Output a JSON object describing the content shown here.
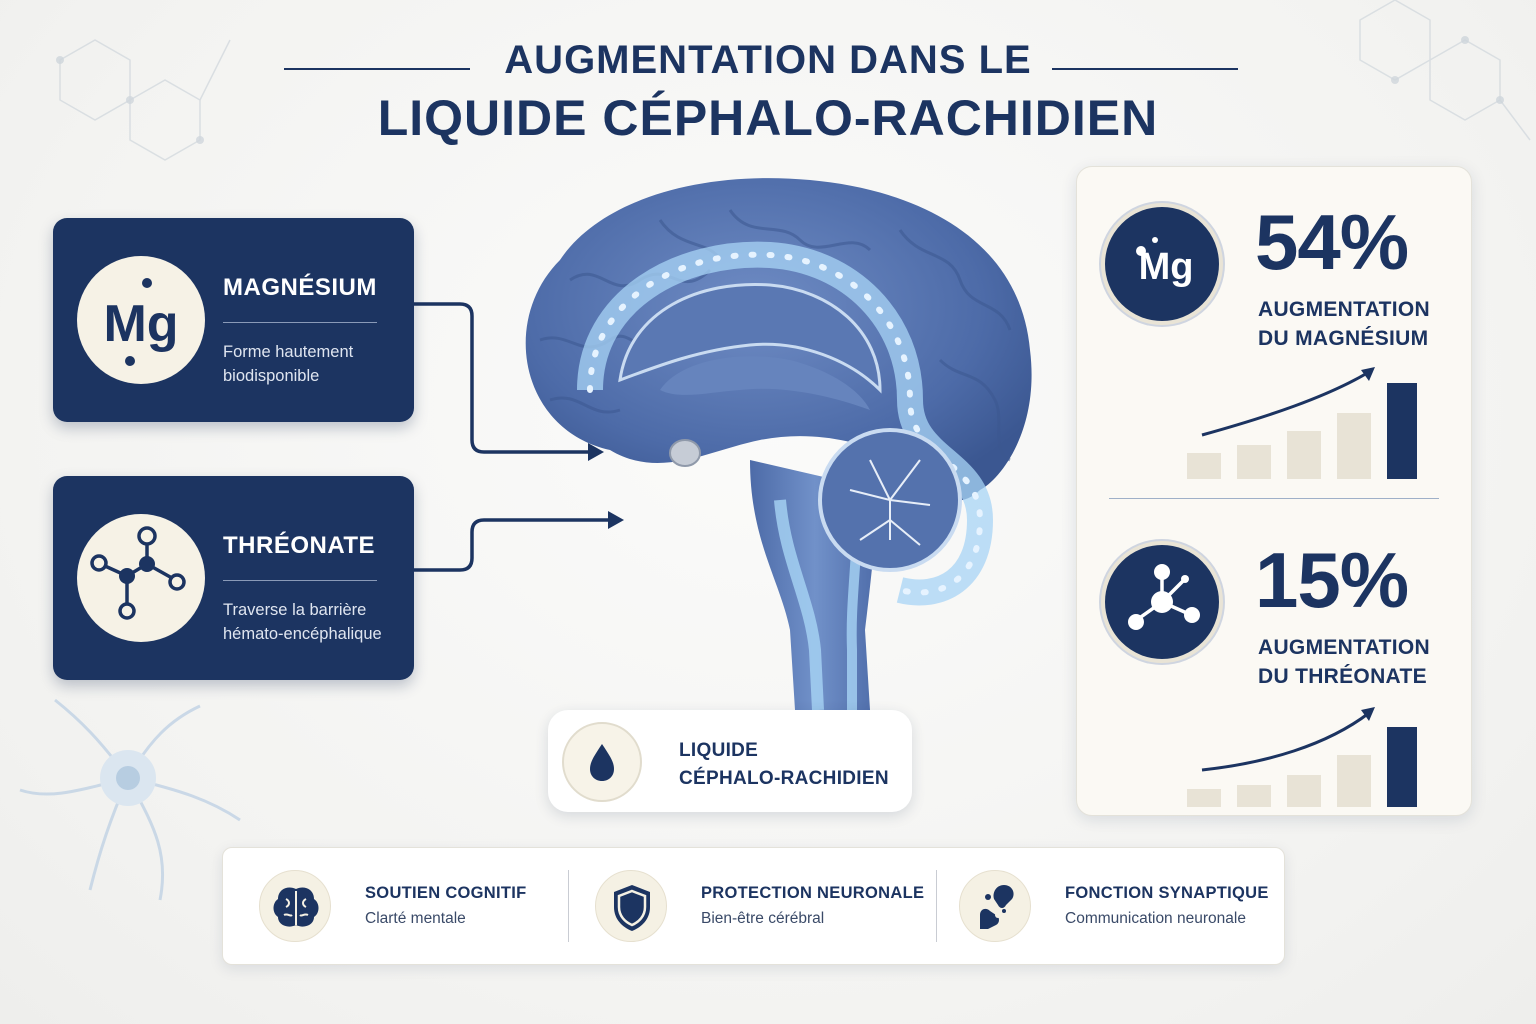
{
  "title": {
    "line1": "AUGMENTATION DANS LE",
    "line2": "LIQUIDE CÉPHALO-RACHIDIEN"
  },
  "inputs": [
    {
      "icon": "magnesium-symbol-icon",
      "symbol": "Mg",
      "title": "MAGNÉSIUM",
      "description": "Forme hautement biodisponible"
    },
    {
      "icon": "molecule-icon",
      "title": "THRÉONATE",
      "description": "Traverse la barrière hémato-encéphalique"
    }
  ],
  "csf": {
    "icon": "droplet-icon",
    "line1": "LIQUIDE",
    "line2": "CÉPHALO-RACHIDIEN"
  },
  "stats": [
    {
      "icon": "magnesium-symbol-icon",
      "symbol": "Mg",
      "value": "54%",
      "label_line1": "AUGMENTATION",
      "label_line2": "DU MAGNÉSIUM",
      "trend": "increasing"
    },
    {
      "icon": "molecule-icon",
      "value": "15%",
      "label_line1": "AUGMENTATION",
      "label_line2": "DU THRÉONATE",
      "trend": "increasing"
    }
  ],
  "benefits": [
    {
      "icon": "brain-icon",
      "title": "SOUTIEN COGNITIF",
      "subtitle": "Clarté mentale"
    },
    {
      "icon": "shield-icon",
      "title": "PROTECTION NEURONALE",
      "subtitle": "Bien-être cérébral"
    },
    {
      "icon": "synapse-icon",
      "title": "FONCTION SYNAPTIQUE",
      "subtitle": "Communication neuronale"
    }
  ],
  "colors": {
    "navy": "#1c3461",
    "cream": "#f6f2e6",
    "brain_blue": "#4f6fab",
    "csf_glow": "#a8d4f5"
  }
}
